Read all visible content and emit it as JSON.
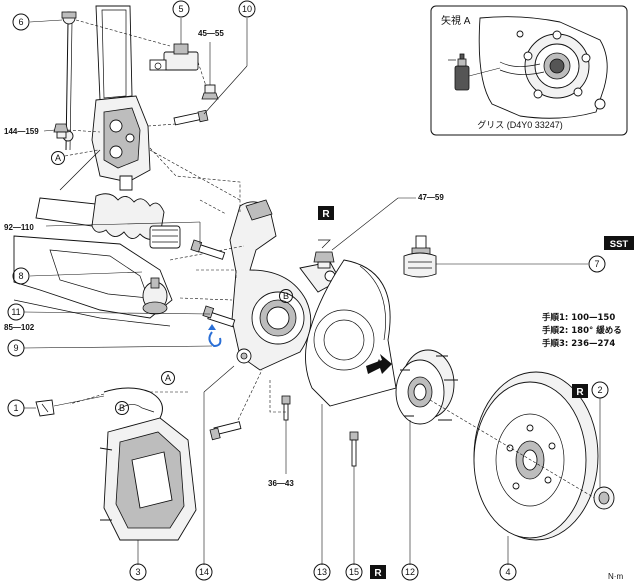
{
  "callouts": {
    "c1": "1",
    "c2": "2",
    "c3": "3",
    "c4": "4",
    "c5": "5",
    "c6": "6",
    "c7": "7",
    "c8": "8",
    "c9": "9",
    "c10": "10",
    "c11": "11",
    "c12": "12",
    "c13": "13",
    "c14": "14",
    "c15": "15"
  },
  "torques": {
    "t5": "45—55",
    "t10": "144—159",
    "t92": "92—110",
    "t47": "47—59",
    "t85": "85—102",
    "t36": "36—43"
  },
  "view_box": {
    "title": "矢視 A",
    "grease": "グリス (D4Y0 33247)"
  },
  "badges": {
    "replace": "R",
    "sst": "SST"
  },
  "steps": {
    "s1": "手順1: 100—150",
    "s2": "手順2: 180° 緩める",
    "s3": "手順3: 236—274"
  },
  "reference_letters": {
    "a": "A",
    "b": "B"
  },
  "unit": "N·m",
  "colors": {
    "ink": "#111111",
    "badge": "#111111",
    "rotate_arrow": "#2a6fd6"
  }
}
